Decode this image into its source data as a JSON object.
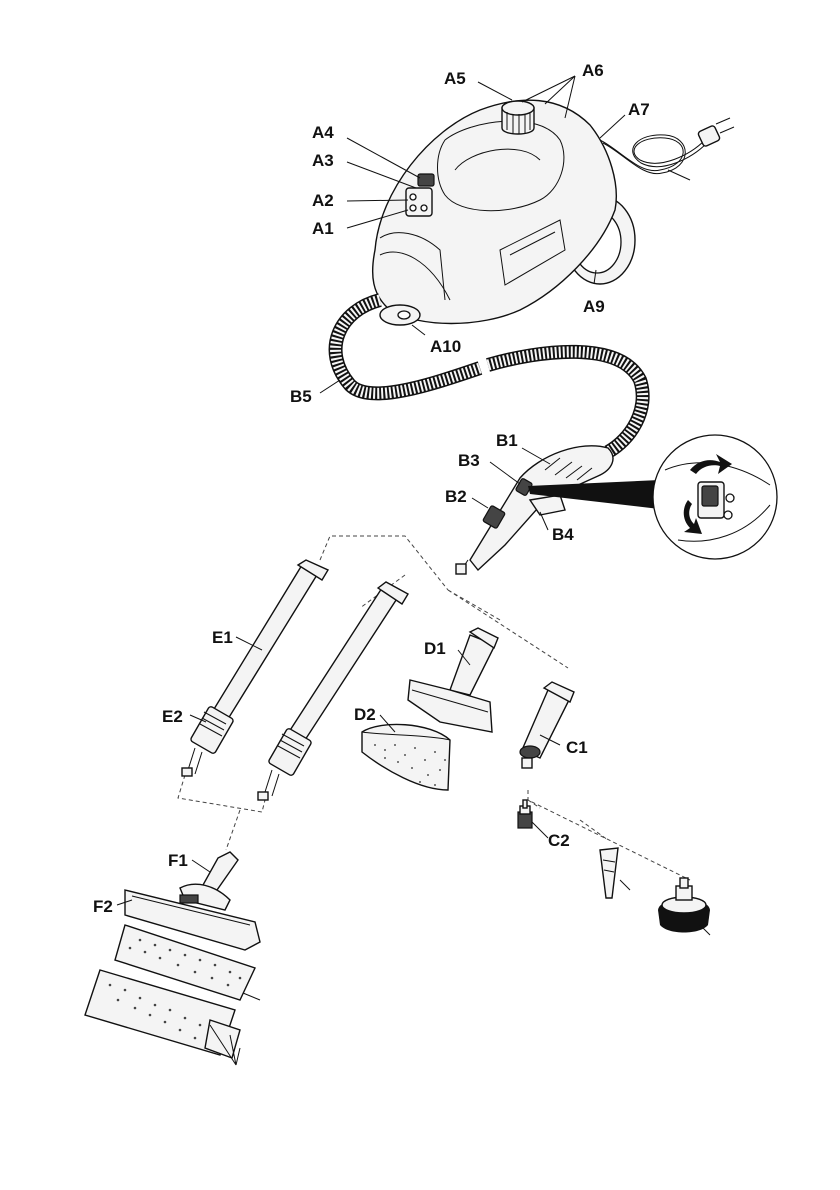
{
  "labels": {
    "A1": "A1",
    "A2": "A2",
    "A3": "A3",
    "A4": "A4",
    "A5": "A5",
    "A6": "A6",
    "A7": "A7",
    "A9": "A9",
    "A10": "A10",
    "B1": "B1",
    "B2": "B2",
    "B3": "B3",
    "B4": "B4",
    "B5": "B5",
    "C1": "C1",
    "C2": "C2",
    "D1": "D1",
    "D2": "D2",
    "E1": "E1",
    "E2": "E2",
    "F1": "F1",
    "F2": "F2"
  }
}
